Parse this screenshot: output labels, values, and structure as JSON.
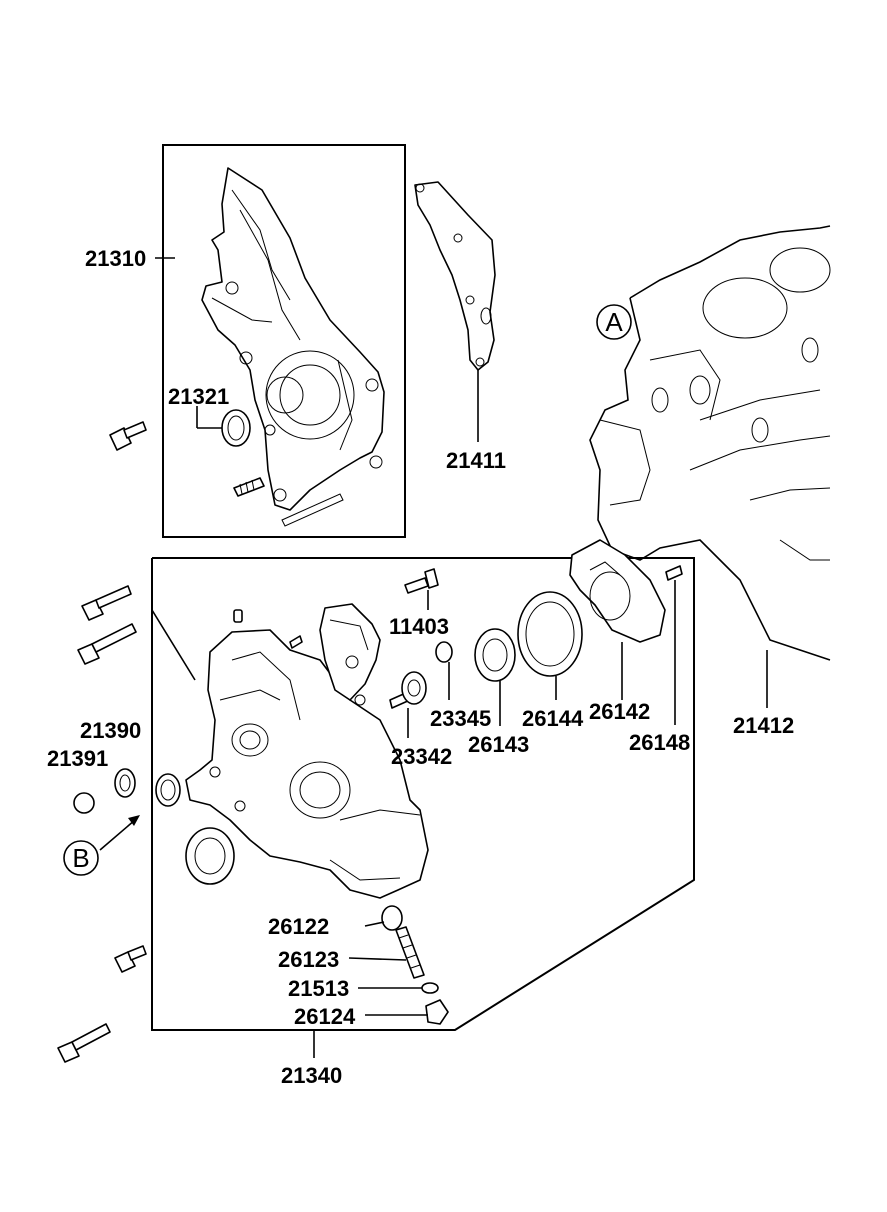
{
  "callouts": {
    "p21310": "21310",
    "p21321": "21321",
    "p21411": "21411",
    "p11403": "11403",
    "p23345": "23345",
    "p23342": "23342",
    "p26143": "26143",
    "p26144": "26144",
    "p26142": "26142",
    "p26148": "26148",
    "p21412": "21412",
    "p21390": "21390",
    "p21391": "21391",
    "p26122": "26122",
    "p26123": "26123",
    "p21513": "21513",
    "p26124": "26124",
    "p21340": "21340"
  },
  "markers": {
    "a": "A",
    "b": "B"
  }
}
